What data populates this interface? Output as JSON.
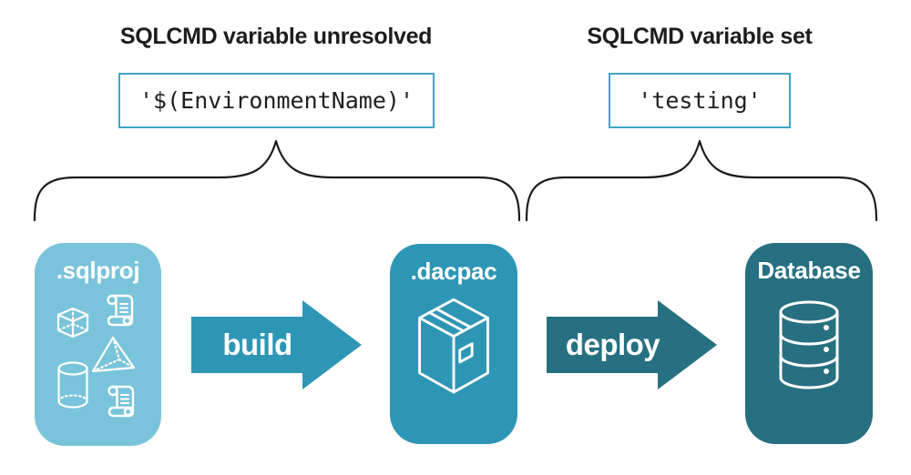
{
  "diagram": {
    "left_group": {
      "heading": "SQLCMD variable unresolved",
      "code": "'$(EnvironmentName)'"
    },
    "right_group": {
      "heading": "SQLCMD variable set",
      "code": "'testing'"
    },
    "pipeline": {
      "stages": [
        {
          "label": ".sqlproj",
          "icons": [
            "sql-script-icon",
            "cube-icon",
            "pyramid-icon",
            "cylinder-icon",
            "sql-script-icon"
          ]
        },
        {
          "label": ".dacpac",
          "icons": [
            "package-box-icon"
          ]
        },
        {
          "label": "Database",
          "icons": [
            "database-icon"
          ]
        }
      ],
      "arrows": [
        {
          "label": "build"
        },
        {
          "label": "deploy"
        }
      ]
    }
  },
  "colors": {
    "sqlproj-fill": "#79C4DA",
    "dacpac-fill": "#2E96B5",
    "database-fill": "#267081",
    "build-arrow-fill": "#2E96B5",
    "deploy-arrow-fill": "#267081",
    "code-box-border": "#3FA6C4",
    "heading-text": "#1d1d1d",
    "brace-stroke": "#1b1b1b"
  }
}
